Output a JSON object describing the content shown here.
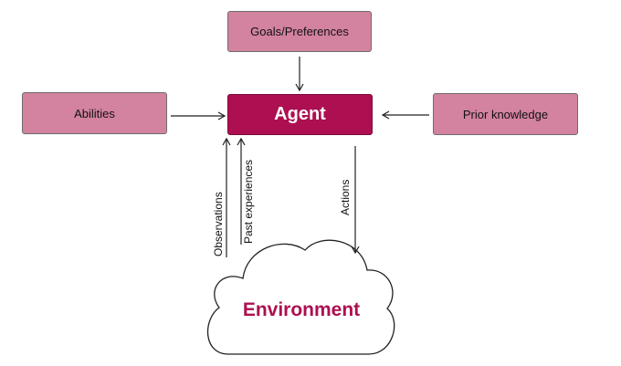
{
  "nodes": {
    "goals": "Goals/Preferences",
    "abilities": "Abilities",
    "agent": "Agent",
    "prior_knowledge": "Prior knowledge",
    "environment": "Environment"
  },
  "edges": {
    "observations": "Observations",
    "past_experiences": "Past experiences",
    "actions": "Actions"
  },
  "colors": {
    "box_light": "#d3829f",
    "agent": "#ad0f51",
    "environment_text": "#ad0f51"
  }
}
